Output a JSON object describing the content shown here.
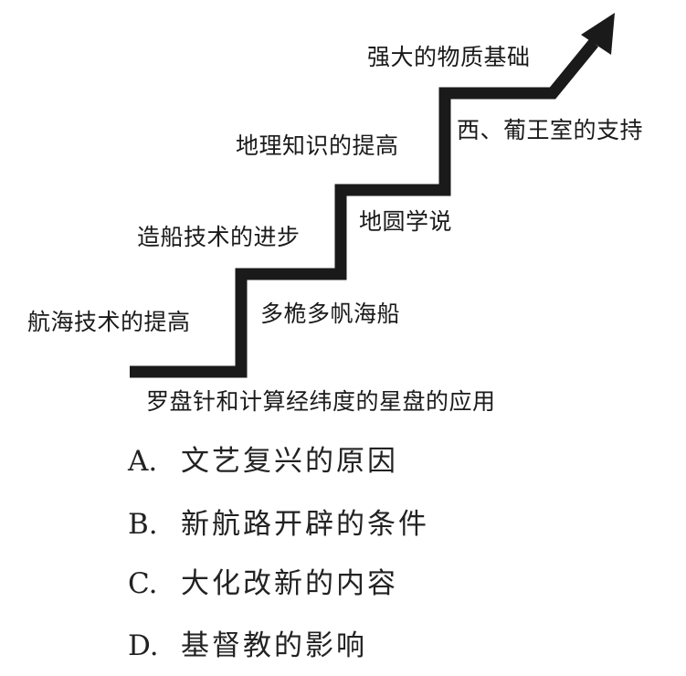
{
  "diagram": {
    "step_labels": {
      "l1": "航海技术的提高",
      "l2": "造船技术的进步",
      "l3": "地理知识的提高",
      "l4": "强大的物质基础",
      "r1": "多桅多帆海船",
      "r2": "地圆学说",
      "r3": "西、葡王室的支持",
      "bottom": "罗盘针和计算经纬度的星盘的应用"
    }
  },
  "options": [
    {
      "letter": "A.",
      "text": "文艺复兴的原因"
    },
    {
      "letter": "B.",
      "text": "新航路开辟的条件"
    },
    {
      "letter": "C.",
      "text": "大化改新的内容"
    },
    {
      "letter": "D.",
      "text": "基督教的影响"
    }
  ],
  "colors": {
    "stair": "#1a1a1a",
    "text": "#1a1a1a"
  }
}
